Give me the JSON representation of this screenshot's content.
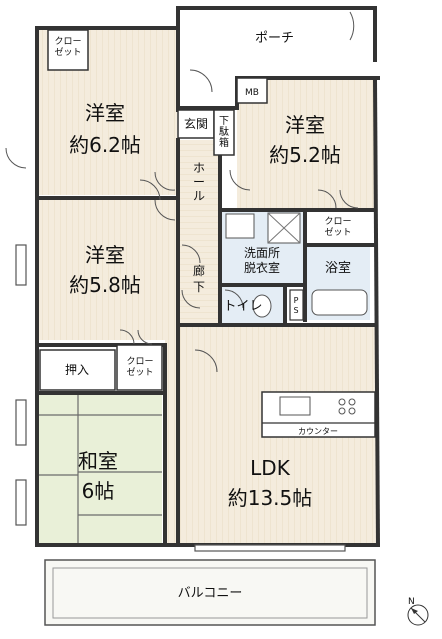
{
  "rooms": {
    "porch": "ポーチ",
    "closet_small": "クロー\nゼット",
    "mb": "MB",
    "western1": {
      "name": "洋室",
      "size": "約6.2帖"
    },
    "entrance": "玄関",
    "shoe_box": "下\n駄\n箱",
    "western2": {
      "name": "洋室",
      "size": "約5.2帖"
    },
    "hall": "ホール",
    "western3": {
      "name": "洋室",
      "size": "約5.8帖"
    },
    "closet2": "クロー\nゼット",
    "washroom": "洗面所\n脱衣室",
    "bath": "浴室",
    "corridor": "廊\n下",
    "toilet": "トイレ",
    "ps": "P\nS",
    "oshiire": "押入",
    "closet3": "クロー\nゼット",
    "counter": "カウンター",
    "japanese": {
      "name": "和室",
      "size": "6帖"
    },
    "ldk": {
      "name": "LDK",
      "size": "約13.5帖"
    },
    "balcony": "バルコニー"
  },
  "compass": "N",
  "colors": {
    "wall": "#3a3a3a",
    "room_wood": "#f3ebdc",
    "tatami": "#e7efd6",
    "wet": "#e2ecf4",
    "white": "#ffffff",
    "line": "#777777"
  }
}
